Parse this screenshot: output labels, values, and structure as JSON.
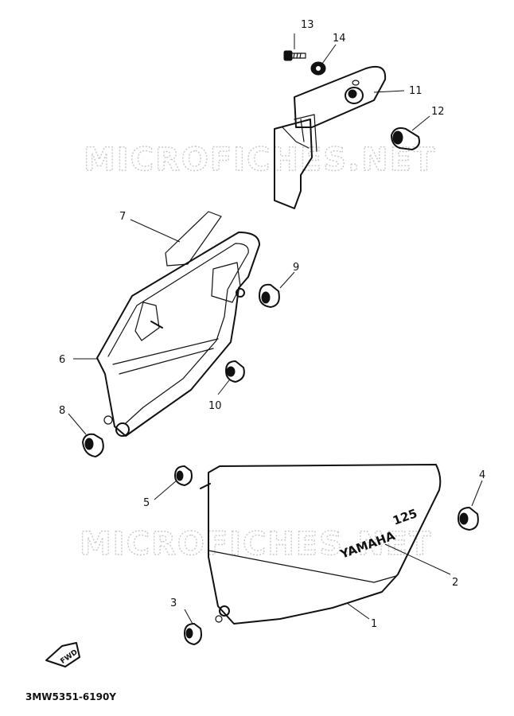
{
  "watermarks": [
    "MICROFICHES.NET",
    "MICROFICHES.NET"
  ],
  "callouts": {
    "c1": "1",
    "c2": "2",
    "c3": "3",
    "c4": "4",
    "c5": "5",
    "c6": "6",
    "c7": "7",
    "c8": "8",
    "c9": "9",
    "c10": "10",
    "c11": "11",
    "c12": "12",
    "c13": "13",
    "c14": "14"
  },
  "brand_decal": "YAMAHA",
  "brand_decal_extra": "125",
  "fwd_arrow_label": "FWD",
  "part_code": "3MW5351-6190Y",
  "colors": {
    "ink": "#111111",
    "watermark": "#c8c8c8",
    "background": "#ffffff"
  }
}
